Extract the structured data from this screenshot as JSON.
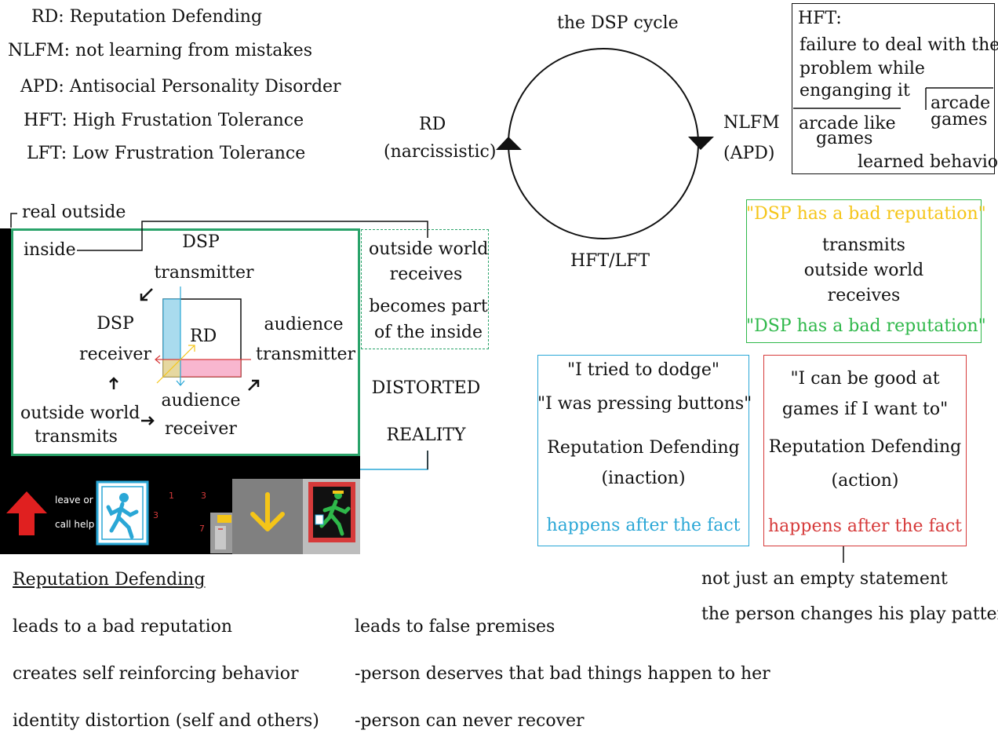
{
  "legend": {
    "rd": "RD: Reputation Defending",
    "nlfm": "NLFM: not learning from mistakes",
    "apd": "APD: Antisocial Personality Disorder",
    "hft": "HFT: High Frustation Tolerance",
    "lft": "LFT: Low Frustration Tolerance"
  },
  "cycle": {
    "title": "the DSP cycle",
    "left_1": "RD",
    "left_2": "(narcissistic)",
    "right_1": "NLFM",
    "right_2": "(APD)",
    "bottom": "HFT/LFT"
  },
  "hft_box": {
    "title": "HFT:",
    "line1": "failure to deal with the",
    "line2": "problem while",
    "line3": "enganging it",
    "arcade_like_1": "arcade like",
    "arcade_like_2": "games",
    "arcade_1": "arcade",
    "arcade_2": "games",
    "learned": "learned behavior"
  },
  "reputation_box": {
    "line1": "\"DSP has a bad reputation\"",
    "line2": "transmits",
    "line3": "outside world",
    "line4": "receives",
    "line5": "\"DSP has a bad reputation\"",
    "color_top": "#f5c518",
    "color_bottom": "#2fb84a",
    "border": "#2fb84a"
  },
  "model": {
    "real_outside": "real outside",
    "inside": "inside",
    "dsp_transmitter_1": "DSP",
    "dsp_transmitter_2": "transmitter",
    "dsp_receiver_1": "DSP",
    "dsp_receiver_2": "receiver",
    "rd": "RD",
    "audience_transmitter_1": "audience",
    "audience_transmitter_2": "transmitter",
    "audience_receiver_1": "audience",
    "audience_receiver_2": "receiver",
    "outside_transmits_1": "outside world",
    "outside_transmits_2": "transmits",
    "outside_receives_1": "outside world",
    "outside_receives_2": "receives",
    "becomes_1": "becomes part",
    "becomes_2": "of the inside",
    "distorted": "DISTORTED",
    "reality": "REALITY",
    "border": "#2aa36a"
  },
  "exit_strip": {
    "leave": "leave or",
    "call": "call help",
    "n1": "1",
    "n2": "3",
    "n3": "3",
    "n4": "7"
  },
  "inaction_box": {
    "quote1": "\"I tried to dodge\"",
    "quote2": "\"I was pressing buttons\"",
    "label1": "Reputation Defending",
    "label2": "(inaction)",
    "note": "happens after the fact",
    "color": "#2aa7d6"
  },
  "action_box": {
    "quote1": "\"I can be good at",
    "quote2": "games if I want to\"",
    "label1": "Reputation Defending",
    "label2": "(action)",
    "note": "happens after the fact",
    "color": "#d63a3a"
  },
  "action_notes": {
    "line1": "not just an empty statement",
    "line2": "the person changes his play pattern"
  },
  "bottom": {
    "heading": "Reputation Defending",
    "left1": "leads to a bad reputation",
    "left2": "creates self reinforcing behavior",
    "left3": "identity distortion (self and others)",
    "right1": "leads to false premises",
    "right2": "-person deserves that bad things happen to her",
    "right3": "-person can never recover"
  }
}
